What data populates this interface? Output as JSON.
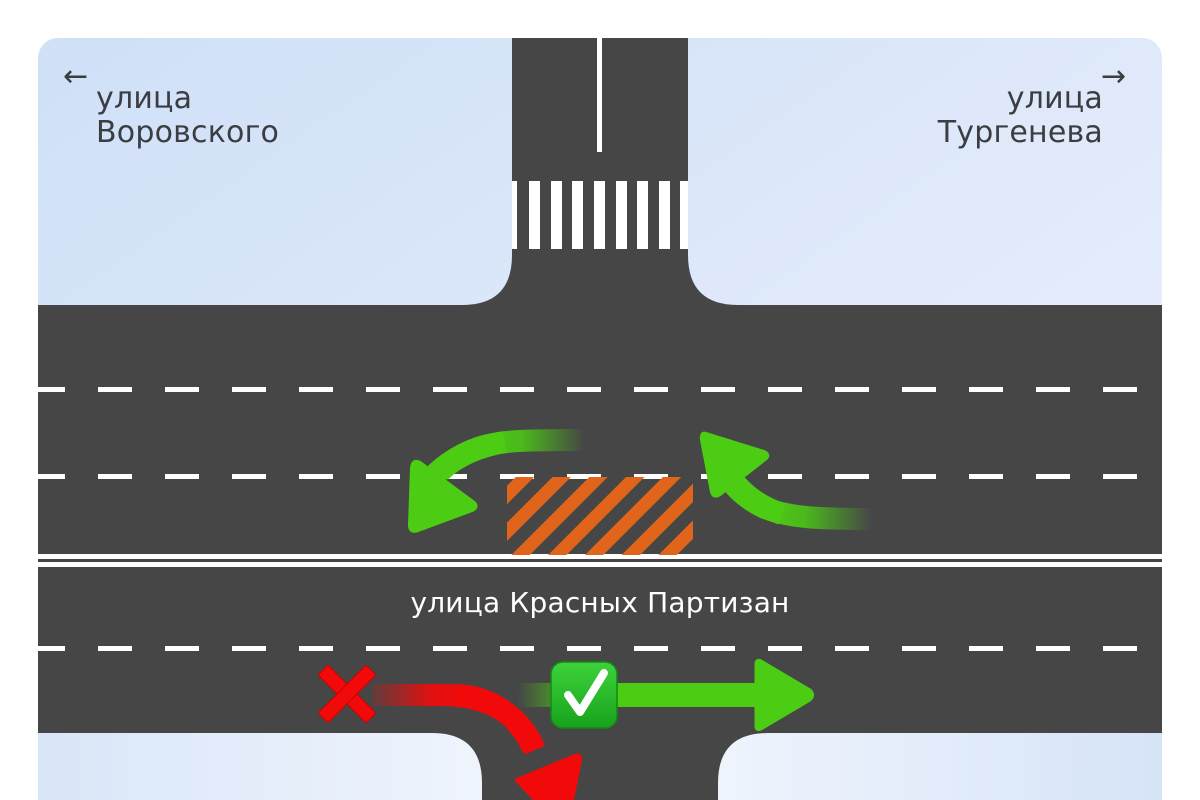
{
  "title": "Схема перекрёстка: улица Красных Партизан",
  "streets": {
    "top_left": {
      "line1": "улица",
      "line2": "Воровского",
      "direction_icon": "arrow-left-icon",
      "direction_glyph": "←"
    },
    "top_right": {
      "line1": "улица",
      "line2": "Тургенева",
      "direction_icon": "arrow-right-icon",
      "direction_glyph": "→"
    },
    "main": {
      "label": "улица Красных Партизан"
    }
  },
  "maneuvers": [
    {
      "id": "left-turn-westbound",
      "description": "Левый поворот с улицы Красных Партизан",
      "allowed": true,
      "color": "#4ccd14"
    },
    {
      "id": "u-turn-eastbound",
      "description": "Разворот перед запрещённой зоной",
      "allowed": true,
      "color": "#4ccd14"
    },
    {
      "id": "right-turn-down",
      "description": "Поворот направо",
      "allowed": false,
      "color": "#f20a0a",
      "marker_icon": "cross-mark-icon"
    },
    {
      "id": "straight-east",
      "description": "Движение прямо",
      "allowed": true,
      "color": "#4ccd14",
      "marker_icon": "check-mark-icon"
    }
  ],
  "markings": {
    "hatched_zone": {
      "description": "Зона с запрещающей разметкой",
      "color": "#e0651a"
    },
    "crosswalk": {
      "description": "Пешеходный переход"
    }
  },
  "colors": {
    "asphalt": "#464646",
    "marking": "#ffffff",
    "background_light": "#eef4fd",
    "background_blue": "#d3e3f8",
    "label_text": "#3b3d40",
    "allowed": "#4ccd14",
    "forbidden": "#f20a0a",
    "hatch": "#e0651a",
    "check_badge": "#22b022"
  }
}
